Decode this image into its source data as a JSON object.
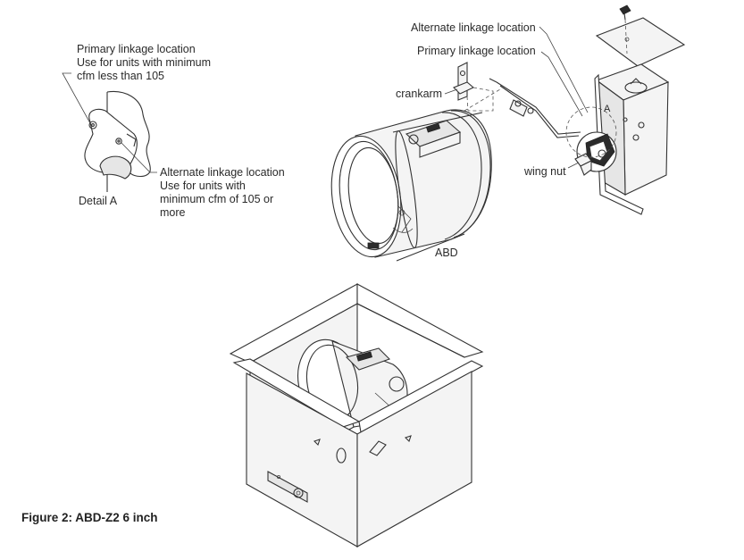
{
  "labels": {
    "detail_primary": [
      "Primary linkage location",
      "Use for units with minimum",
      "cfm less than 105"
    ],
    "detail_alternate": [
      "Alternate linkage location",
      "Use for units with",
      "minimum cfm of 105 or",
      "more"
    ],
    "detail_title": "Detail A",
    "alternate_top": "Alternate linkage location",
    "primary_top": "Primary linkage location",
    "crankarm": "crankarm",
    "detail_marker": "A",
    "wing_nut": "wing nut",
    "abd": "ABD"
  },
  "caption": "Figure 2: ABD-Z2 6 inch"
}
